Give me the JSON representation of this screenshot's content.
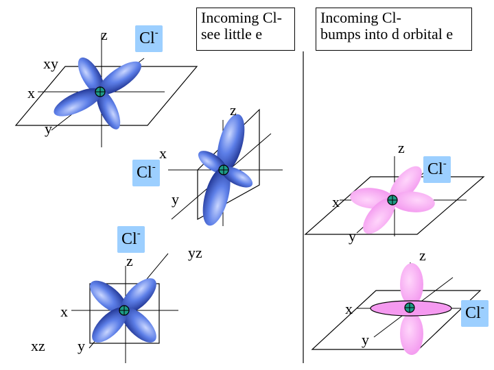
{
  "callouts": {
    "left": {
      "line1": "Incoming Cl-",
      "line2": "see little e"
    },
    "right": {
      "line1": "Incoming Cl-",
      "line2": "bumps into d orbital e"
    }
  },
  "ion": {
    "base": "Cl",
    "charge": "-"
  },
  "xy_panel": {
    "plane": "xy",
    "x": "x",
    "y": "y",
    "z": "z"
  },
  "yz_panel": {
    "plane": "yz",
    "x": "x",
    "y": "y",
    "z": "z"
  },
  "xz_panel": {
    "plane": "xz",
    "x": "x",
    "y": "y",
    "z": "z"
  },
  "pink_xy_panel": {
    "x": "x",
    "y": "y",
    "z": "z"
  },
  "pink_z2_panel": {
    "x": "x",
    "y": "y",
    "z": "z"
  },
  "colors": {
    "blue_lobe": "#4a6fe0",
    "pink_lobe": "#f59af0",
    "nucleus": "#1e9a86",
    "ion_fill": "#9ccfff"
  }
}
